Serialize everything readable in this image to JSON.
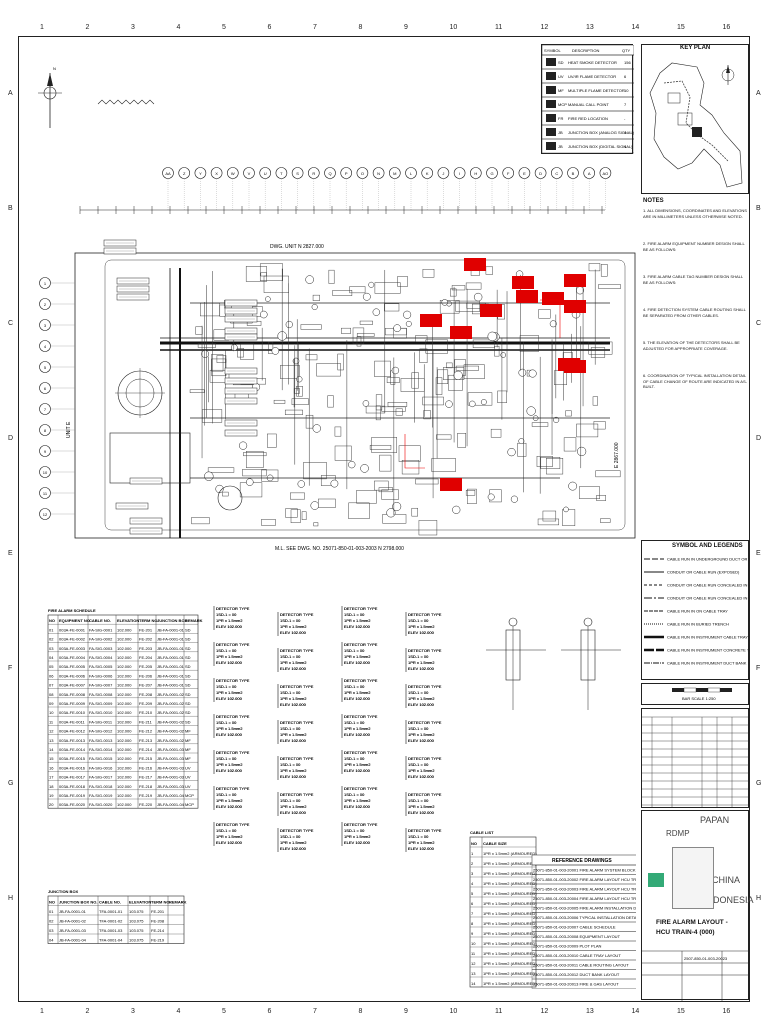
{
  "drawing": {
    "key_plan_title": "KEY PLAN",
    "notes_title": "NOTES",
    "symbol_legends_title": "SYMBOL AND LEGENDS",
    "reference_title": "REFERENCE DRAWINGS",
    "title_block_line1": "FIRE ALARM LAYOUT -",
    "title_block_line2": "HCU TRAIN-4 (000)",
    "project_word1": "RDMP",
    "project_word2": "PAPAN",
    "client_word1": "CHINA",
    "client_word2": "INDONESIA",
    "unit_label_top": "DWG. UNIT N 2827.000",
    "unit_label_bottom": "M.L. SEE DWG. NO. 25071-850-01-003-2003 N 2798.000",
    "unit_e": "UNIT E",
    "scale": "BAR SCALE 1:250",
    "doc_no": "2507-850-01-003-20023"
  },
  "grid_numbers": [
    "1",
    "2",
    "3",
    "4",
    "5",
    "6",
    "7",
    "8",
    "9",
    "10",
    "11",
    "12",
    "13",
    "14",
    "15",
    "16"
  ],
  "grid_letters": [
    "A",
    "B",
    "C",
    "D",
    "E",
    "F",
    "G",
    "H"
  ],
  "column_bubbles": [
    "AA",
    "Z",
    "Y",
    "X",
    "W",
    "V",
    "U",
    "T",
    "S",
    "R",
    "Q",
    "P",
    "O",
    "N",
    "M",
    "L",
    "K",
    "J",
    "I",
    "H",
    "G",
    "F",
    "E",
    "D",
    "C",
    "B",
    "A",
    "AO"
  ],
  "legend_top": {
    "headers": [
      "SYMBOL",
      "DESCRIPTION",
      "QTY"
    ],
    "rows": [
      [
        "SD",
        "HEAT SMOKE DETECTOR",
        "156"
      ],
      [
        "UV",
        "UV/IR FLAME DETECTOR",
        "6"
      ],
      [
        "MF",
        "MULTIPLE FLAME DETECTOR",
        "10"
      ],
      [
        "MCP",
        "MANUAL CALL POINT",
        "7"
      ],
      [
        "FR",
        "FIRE RED LOCATION",
        "-"
      ],
      [
        "JB",
        "JUNCTION BOX (ANALOG SIGNAL)",
        "4"
      ],
      [
        "JB",
        "JUNCTION BOX (DIGITAL SIGNAL)",
        "4"
      ]
    ]
  },
  "notes": [
    "1. ALL DIMENSIONS, COORDINATES AND ELEVATIONS ARE IN MILLIMETERS UNLESS OTHERWISE NOTED.",
    "2. FIRE ALARM EQUIPMENT NUMBER DESIGN SHALL BE AS FOLLOWS:",
    "3. FIRE ALARM CABLE TAG NUMBER DESIGN SHALL BE AS FOLLOWS:",
    "4. FIRE DETECTION SYSTEM CABLE ROUTING SHALL BE SEPARATED FROM OTHER CABLES.",
    "5. THE ELEVATION OF THE DETECTORS SHALL BE ADJUSTED FOR APPROPRIATE COVERAGE.",
    "6. COORDINATION OF TYPICAL INSTALLATION DETAIL OF CABLE CHANGE OF ROUTE ARE INDICATED IN AS-BUILT."
  ],
  "symbol_legends": [
    "CABLE RUN IN UNDERGROUND DUCT OR BURIED TRENCH",
    "CONDUIT OR CABLE RUN (EXPOSED)",
    "CONDUIT OR CABLE RUN CONCEALED IN CEILING OR WALL",
    "CONDUIT OR CABLE RUN CONCEALED IN UNDERGROUND",
    "CABLE RUN IN ON CABLE TRAY",
    "CABLE RUN IN BURIED TRENCH",
    "CABLE RUN IN INSTRUMENT CABLE TRAY",
    "CABLE RUN IN INSTRUMENT CONCRETE TRENCH",
    "CABLE RUN IN INSTRUMENT DUCT BANK"
  ],
  "equipment_table": {
    "title": "FIRE ALARM SCHEDULE",
    "headers": [
      "NO",
      "EQUIPMENT NO.",
      "CABLE NO.",
      "ELEVATION",
      "TERM NO.",
      "JUNCTION BOX",
      "REMARK"
    ],
    "rows": [
      [
        "01",
        "003A-FE-0001",
        "FA-SIG-0001",
        "102.000",
        "FE-201",
        "JB-FA-0001-01",
        "SD"
      ],
      [
        "02",
        "003A-FE-0002",
        "FA-SIG-0002",
        "102.000",
        "FE-202",
        "JB-FA-0001-01",
        "SD"
      ],
      [
        "03",
        "003A-FE-0003",
        "FA-SIG-0003",
        "102.000",
        "FE-203",
        "JB-FA-0001-01",
        "SD"
      ],
      [
        "04",
        "003A-FE-0004",
        "FA-SIG-0004",
        "102.000",
        "FE-204",
        "JB-FA-0001-01",
        "SD"
      ],
      [
        "05",
        "003A-FE-0005",
        "FA-SIG-0005",
        "102.000",
        "FE-205",
        "JB-FA-0001-01",
        "SD"
      ],
      [
        "06",
        "003A-FE-0006",
        "FA-SIG-0006",
        "102.000",
        "FE-206",
        "JB-FA-0001-01",
        "SD"
      ],
      [
        "07",
        "003A-FE-0007",
        "FA-SIG-0007",
        "102.000",
        "FE-207",
        "JB-FA-0001-01",
        "SD"
      ],
      [
        "08",
        "003A-FE-0008",
        "FA-SIG-0008",
        "102.000",
        "FE-208",
        "JB-FA-0001-02",
        "SD"
      ],
      [
        "09",
        "003A-FE-0009",
        "FA-SIG-0009",
        "102.000",
        "FE-209",
        "JB-FA-0001-02",
        "SD"
      ],
      [
        "10",
        "003A-FE-0010",
        "FA-SIG-0010",
        "102.000",
        "FE-210",
        "JB-FA-0001-02",
        "SD"
      ],
      [
        "11",
        "003A-FE-0011",
        "FA-SIG-0011",
        "102.000",
        "FE-211",
        "JB-FA-0001-02",
        "SD"
      ],
      [
        "12",
        "003A-FE-0012",
        "FA-SIG-0012",
        "102.000",
        "FE-212",
        "JB-FA-0001-02",
        "MF"
      ],
      [
        "13",
        "003A-FE-0013",
        "FA-SIG-0013",
        "102.000",
        "FE-213",
        "JB-FA-0001-02",
        "MF"
      ],
      [
        "14",
        "003A-FE-0014",
        "FA-SIG-0014",
        "102.000",
        "FE-214",
        "JB-FA-0001-03",
        "MF"
      ],
      [
        "15",
        "003A-FE-0015",
        "FA-SIG-0015",
        "102.000",
        "FE-215",
        "JB-FA-0001-03",
        "MF"
      ],
      [
        "16",
        "003A-FE-0016",
        "FA-SIG-0016",
        "102.000",
        "FE-216",
        "JB-FA-0001-03",
        "UV"
      ],
      [
        "17",
        "003A-FE-0017",
        "FA-SIG-0017",
        "102.000",
        "FE-217",
        "JB-FA-0001-03",
        "UV"
      ],
      [
        "18",
        "003A-FE-0018",
        "FA-SIG-0018",
        "102.000",
        "FE-218",
        "JB-FA-0001-03",
        "UV"
      ],
      [
        "19",
        "003A-FE-0019",
        "FA-SIG-0019",
        "102.000",
        "FE-219",
        "JB-FA-0001-04",
        "MCP"
      ],
      [
        "20",
        "003A-FE-0020",
        "FA-SIG-0020",
        "102.000",
        "FE-220",
        "JB-FA-0001-04",
        "MCP"
      ]
    ]
  },
  "junction_table": {
    "title": "JUNCTION BOX",
    "headers": [
      "NO",
      "JUNCTION BOX NO.",
      "CABLE NO.",
      "ELEVATION",
      "TERM NO.",
      "REMARK"
    ],
    "rows": [
      [
        "01",
        "JB-FA-0001-01",
        "TFA-0001-01",
        "103.075",
        "FE-201"
      ],
      [
        "02",
        "JB-FA-0001-02",
        "TFA-0001-02",
        "103.075",
        "FE-208"
      ],
      [
        "03",
        "JB-FA-0001-03",
        "TFA-0001-03",
        "103.075",
        "FE-214"
      ],
      [
        "04",
        "JB-FA-0001-04",
        "TFA-0001-04",
        "103.075",
        "FE-219"
      ]
    ]
  },
  "cable_table": {
    "title": "CABLE LIST",
    "headers": [
      "NO",
      "CABLE SIZE"
    ],
    "rows": [
      [
        "1",
        "1PR x 1.5mm2 (ARMOURED)"
      ],
      [
        "2",
        "1PR x 1.5mm2 (ARMOURED)"
      ],
      [
        "3",
        "1PR x 1.5mm2 (ARMOURED)"
      ],
      [
        "4",
        "1PR x 1.5mm2 (ARMOURED)"
      ],
      [
        "5",
        "1PR x 1.5mm2 (ARMOURED)"
      ],
      [
        "6",
        "1PR x 1.5mm2 (ARMOURED)"
      ],
      [
        "7",
        "1PR x 1.5mm2 (ARMOURED)"
      ],
      [
        "8",
        "1PR x 1.5mm2 (ARMOURED)"
      ],
      [
        "9",
        "1PR x 1.5mm2 (ARMOURED)"
      ],
      [
        "10",
        "1PR x 1.5mm2 (ARMOURED)"
      ],
      [
        "11",
        "1PR x 1.5mm2 (ARMOURED)"
      ],
      [
        "12",
        "1PR x 1.5mm2 (ARMOURED)"
      ],
      [
        "13",
        "1PR x 1.5mm2 (ARMOURED)"
      ],
      [
        "14",
        "1PR x 1.5mm2 (ARMOURED)"
      ]
    ]
  },
  "reference_rows": [
    "25071-850-01-003-20001 FIRE ALARM SYSTEM BLOCK DIAGRAM",
    "25071-850-01-003-20002 FIRE ALARM LAYOUT HCU TRAIN-1",
    "25071-850-01-003-20003 FIRE ALARM LAYOUT HCU TRAIN-2",
    "25071-850-01-003-20004 FIRE ALARM LAYOUT HCU TRAIN-3",
    "25071-850-01-003-20005 FIRE ALARM INSTALLATION DETAILS",
    "25071-850-01-003-20006 TYPICAL INSTALLATION DETAILS",
    "25071-850-01-003-20007 CABLE SCHEDULE",
    "25071-850-01-003-20008 EQUIPMENT LAYOUT",
    "25071-850-01-003-20009 PLOT PLAN",
    "25071-850-01-003-20010 CABLE TRAY LAYOUT",
    "25071-850-01-003-20011 CABLE ROUTING LAYOUT",
    "25071-850-01-003-20012 DUCT BANK LAYOUT",
    "25071-850-01-003-20013 FIRE & GAS LAYOUT"
  ],
  "detail_blocks": [
    [
      "DETECTOR TYPE",
      "1SD-1 = 00",
      "1PR x 1.5mm2",
      "ELEV 102.000"
    ],
    [
      "DETECTOR TYPE",
      "1SD-1 = 00",
      "1PR x 1.5mm2",
      "ELEV 102.000"
    ],
    [
      "DETECTOR TYPE",
      "1SD-1 = 00",
      "1PR x 1.5mm2",
      "ELEV 102.000"
    ],
    [
      "DETECTOR TYPE",
      "1SD-1 = 00",
      "1PR x 1.5mm2",
      "ELEV 102.000"
    ],
    [
      "DETECTOR TYPE",
      "1SD-1 = 00",
      "1PR x 1.5mm2",
      "ELEV 102.000"
    ],
    [
      "DETECTOR TYPE",
      "1SD-1 = 00",
      "1PR x 1.5mm2",
      "ELEV 102.000"
    ],
    [
      "DETECTOR TYPE",
      "1SD-1 = 00",
      "1PR x 1.5mm2",
      "ELEV 102.000"
    ],
    [
      "DETECTOR TYPE",
      "1SD-1 = 00",
      "1PR x 1.5mm2",
      "ELEV 102.000"
    ]
  ],
  "colors": {
    "line": "#222222",
    "highlight": "#e00000",
    "bg": "#ffffff"
  }
}
